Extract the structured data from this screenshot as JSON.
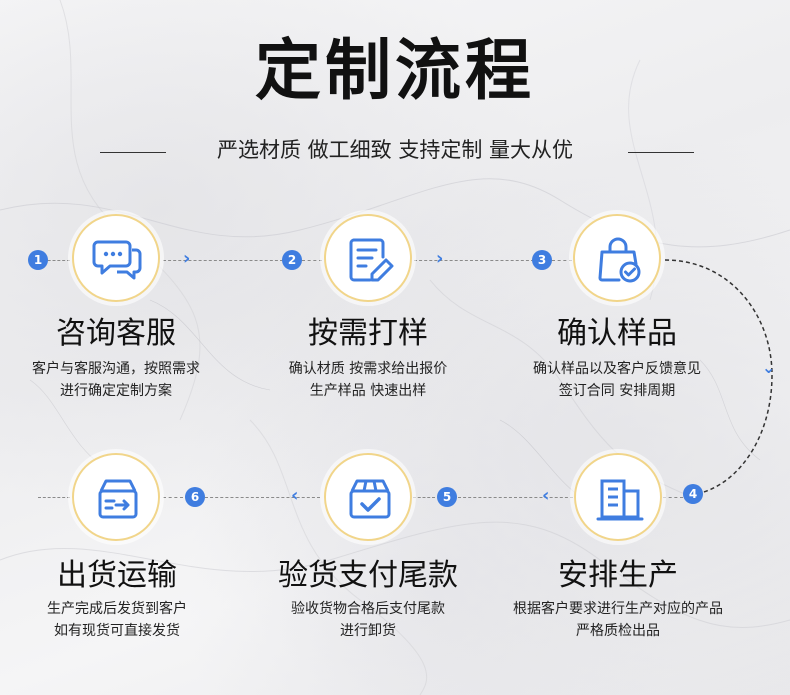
{
  "title": "定制流程",
  "subtitle": "严选材质 做工细致 支持定制 量大从优",
  "colors": {
    "accent": "#3f7de0",
    "ring": "#f1d58a",
    "text": "#111111"
  },
  "steps": [
    {
      "number": "1",
      "title": "咨询客服",
      "desc1": "客户与客服沟通，按照需求",
      "desc2": "进行确定定制方案",
      "icon": "chat-bubbles-icon"
    },
    {
      "number": "2",
      "title": "按需打样",
      "desc1": "确认材质 按需求给出报价",
      "desc2": "生产样品 快速出样",
      "icon": "document-edit-icon"
    },
    {
      "number": "3",
      "title": "确认样品",
      "desc1": "确认样品以及客户反馈意见",
      "desc2": "签订合同 安排周期",
      "icon": "shopping-bag-check-icon"
    },
    {
      "number": "4",
      "title": "安排生产",
      "desc1": "根据客户要求进行生产对应的产品",
      "desc2": "严格质检出品",
      "icon": "factory-building-icon"
    },
    {
      "number": "5",
      "title": "验货支付尾款",
      "desc1": "验收货物合格后支付尾款",
      "desc2": "进行卸货",
      "icon": "box-check-icon"
    },
    {
      "number": "6",
      "title": "出货运输",
      "desc1": "生产完成后发货到客户",
      "desc2": "如有现货可直接发货",
      "icon": "delivery-box-icon"
    }
  ]
}
